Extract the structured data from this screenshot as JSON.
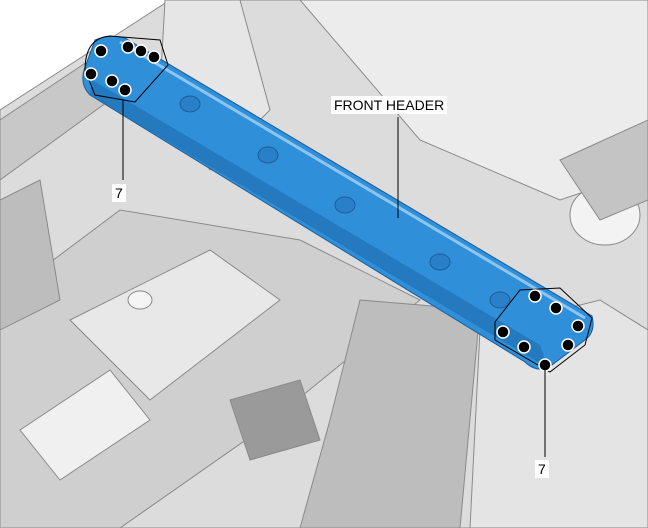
{
  "labels": {
    "front_header": "FRONT HEADER",
    "callout_left": "7",
    "callout_right": "7"
  },
  "colors": {
    "beam": "#2f8fd8",
    "beam_dark": "#1f6fb5",
    "body": "#d9d9d9",
    "body_shade": "#a9a9a9",
    "bolt": "#000000"
  }
}
